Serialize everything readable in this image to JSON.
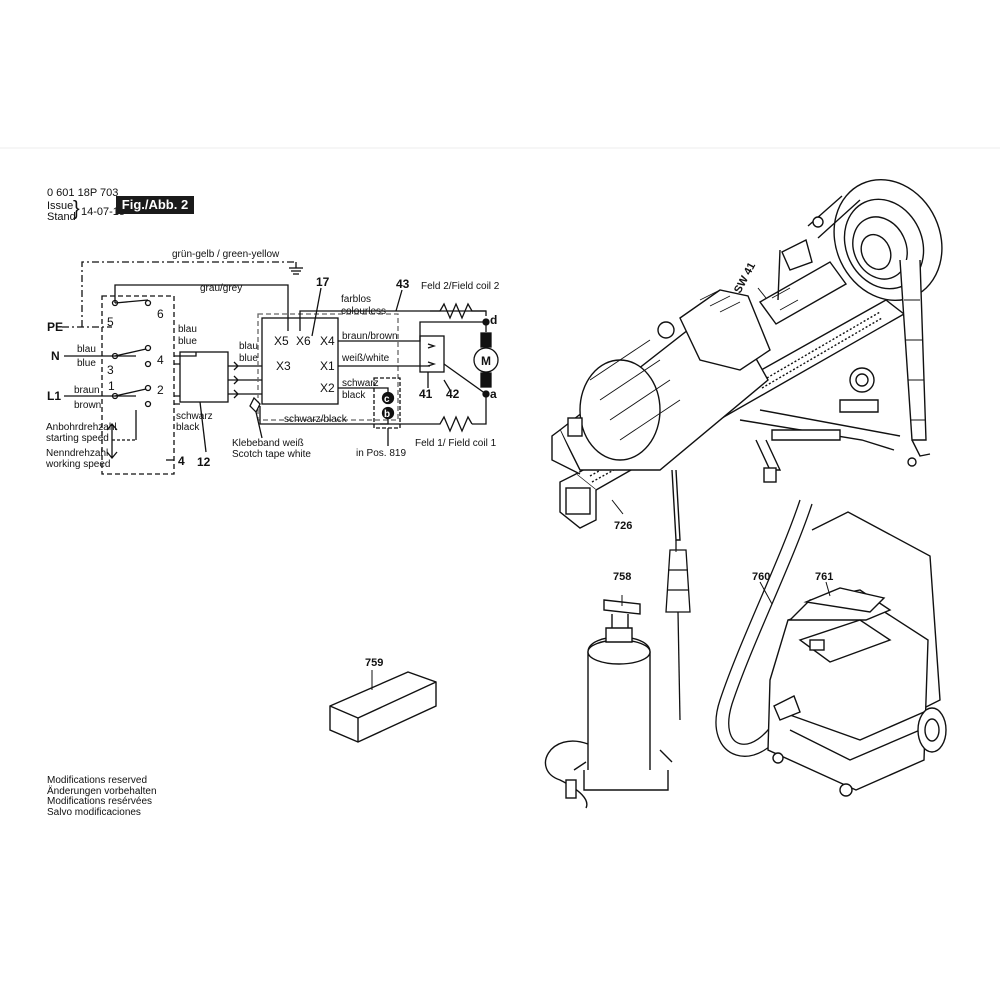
{
  "header": {
    "part_number": "0 601 18P 703",
    "issue_label": "Issue",
    "stand_label": "Stand",
    "date": "14-07-15",
    "figure_label": "Fig./Abb. 2"
  },
  "wiring": {
    "ground_label": "grün-gelb / green-yellow",
    "grey_label": "grau/grey",
    "colourless_de": "farblos",
    "colourless_en": "colourless",
    "brown_wire": "braun/brown",
    "white_wire": "weiß/white",
    "black_de": "schwarz",
    "black_en": "black",
    "black_black": "schwarz/black",
    "field2": "Feld 2/Field coil 2",
    "field1": "Feld 1/ Field coil 1",
    "pe": "PE",
    "n": "N",
    "l1": "L1",
    "blau": "blau",
    "blue": "blue",
    "braun": "braun",
    "brown": "brown",
    "schwarz": "schwarz",
    "black": "black",
    "tape_de": "Klebeband weiß",
    "tape_en": "Scotch tape white",
    "in_pos": "in Pos. 819",
    "starting_de": "Anbohrdrehzahl",
    "starting_en": "starting speed",
    "working_de": "Nenndrehzahl",
    "working_en": "working speed",
    "motor": "M",
    "term_d": "d",
    "term_a": "a",
    "term_c": "c",
    "term_b": "b",
    "x5": "X5",
    "x6": "X6",
    "x4": "X4",
    "x3": "X3",
    "x1": "X1",
    "x2": "X2",
    "sw_pins": [
      "5",
      "6",
      "3",
      "4",
      "1",
      "2"
    ],
    "callouts": {
      "c17": "17",
      "c43": "43",
      "c41": "41",
      "c42": "42",
      "c12": "12",
      "c4": "4"
    }
  },
  "parts": {
    "sw41": "SW 41",
    "c726": "726",
    "c758": "758",
    "c760": "760",
    "c761": "761",
    "c759": "759"
  },
  "notes": [
    "Modifications reserved",
    "Änderungen vorbehalten",
    "Modifications resérvées",
    "Salvo modificaciones"
  ]
}
